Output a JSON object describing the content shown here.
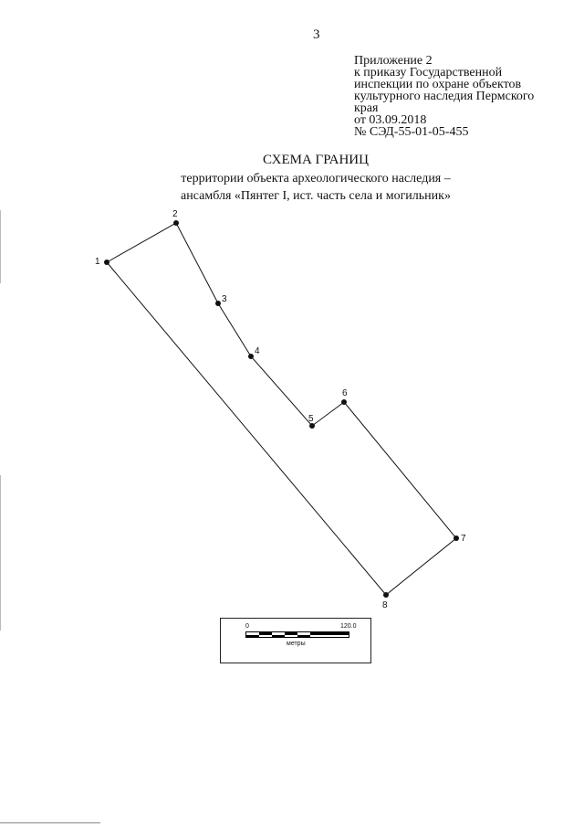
{
  "page_number": "3",
  "appendix": {
    "lines": [
      "Приложение 2",
      "к приказу Государственной",
      "инспекции по охране объектов",
      "культурного наследия Пермского",
      "края",
      "от 03.09.2018",
      "№ СЭД-55-01-05-455"
    ]
  },
  "title": "СХЕМА ГРАНИЦ",
  "subtitle": {
    "line1": "территории объекта археологического наследия –",
    "line2": "ансамбля «Пянтег I, ист. часть села и могильник»"
  },
  "boundary": {
    "color": "#111111",
    "points": [
      {
        "label": "1"
      },
      {
        "label": "2"
      },
      {
        "label": "3"
      },
      {
        "label": "4"
      },
      {
        "label": "5"
      },
      {
        "label": "6"
      },
      {
        "label": "7"
      },
      {
        "label": "8"
      }
    ]
  },
  "scale_bar": {
    "min_label": "0",
    "max_label": "120.0",
    "unit_label": "метры"
  }
}
